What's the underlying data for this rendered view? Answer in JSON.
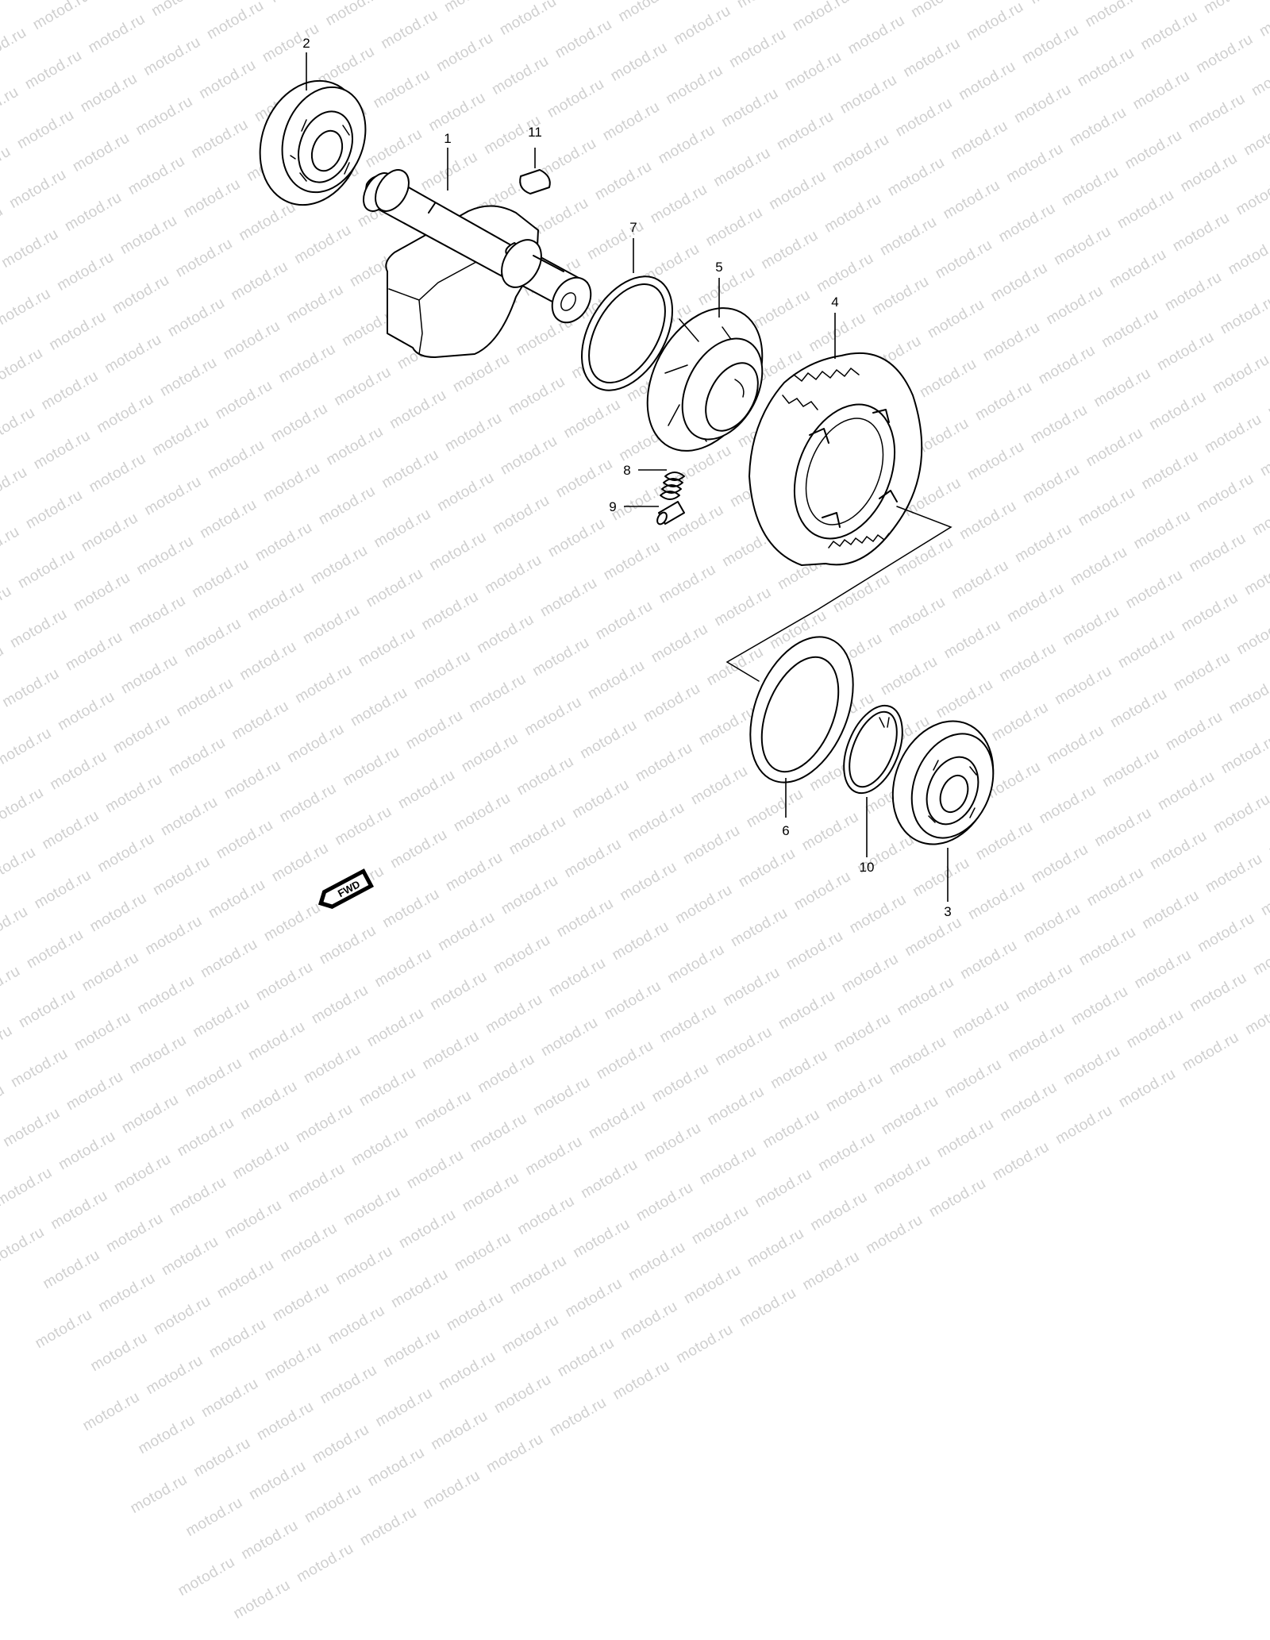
{
  "watermark": {
    "text": "motod.ru",
    "color": "#cfcfcf"
  },
  "callouts": [
    {
      "id": "1",
      "label": "1"
    },
    {
      "id": "2",
      "label": "2"
    },
    {
      "id": "3",
      "label": "3"
    },
    {
      "id": "4",
      "label": "4"
    },
    {
      "id": "5",
      "label": "5"
    },
    {
      "id": "6",
      "label": "6"
    },
    {
      "id": "7",
      "label": "7"
    },
    {
      "id": "8",
      "label": "8"
    },
    {
      "id": "9",
      "label": "9"
    },
    {
      "id": "10",
      "label": "10"
    },
    {
      "id": "11",
      "label": "11"
    }
  ],
  "direction_badge": {
    "label": "FWD",
    "icon": "forward-arrow-icon"
  }
}
